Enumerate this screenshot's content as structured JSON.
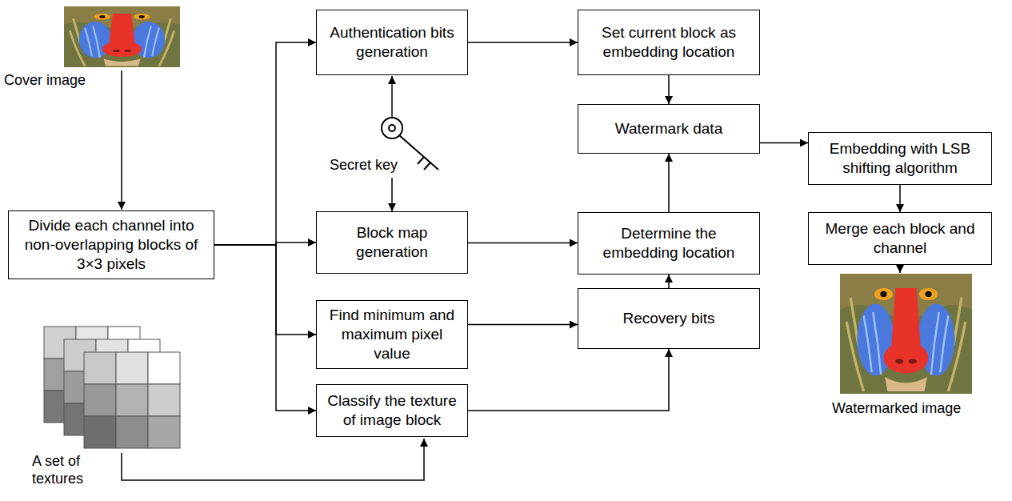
{
  "diagram": {
    "nodes": [
      {
        "text": [
          "Divide each channel into non-overlapping blocks of 3×3 pixels"
        ]
      },
      {
        "text": [
          "Authentication bits generation"
        ]
      },
      {
        "text": [
          "Block map generation"
        ]
      },
      {
        "text": [
          "Find minimum and maximum pixel value"
        ]
      },
      {
        "text": [
          "Classify the texture of image block"
        ]
      },
      {
        "text": [
          "Set current block as embedding location"
        ]
      },
      {
        "text": [
          "Watermark data"
        ]
      },
      {
        "text": [
          "Determine the embedding location"
        ]
      },
      {
        "text": [
          "Recovery bits"
        ]
      },
      {
        "text": [
          "Embedding with LSB shifting algorithm"
        ]
      },
      {
        "text": [
          "Merge each block and channel"
        ]
      }
    ],
    "edges": [
      {
        "from": 0,
        "to": 1,
        "arrow": "to"
      },
      {
        "from": 0,
        "to": 2,
        "arrow": "to"
      },
      {
        "from": 0,
        "to": 3,
        "arrow": "to"
      },
      {
        "from": 0,
        "to": 4,
        "arrow": "to"
      },
      {
        "from": 1,
        "to": 5,
        "arrow": "to"
      },
      {
        "from": 2,
        "to": 7,
        "arrow": "to"
      },
      {
        "from": 3,
        "to": 8,
        "arrow": "to"
      },
      {
        "from": 4,
        "to": 8,
        "arrow": "to"
      },
      {
        "from": 8,
        "to": 7,
        "arrow": "to"
      },
      {
        "from": 7,
        "to": 6,
        "arrow": "to"
      },
      {
        "from": 5,
        "to": 6,
        "arrow": "to"
      },
      {
        "from": 6,
        "to": 9,
        "arrow": "to"
      },
      {
        "from": 9,
        "to": 10,
        "arrow": "to"
      }
    ],
    "labels": [
      "Cover image",
      "Secret key",
      "A set of textures",
      "Watermarked image"
    ]
  }
}
